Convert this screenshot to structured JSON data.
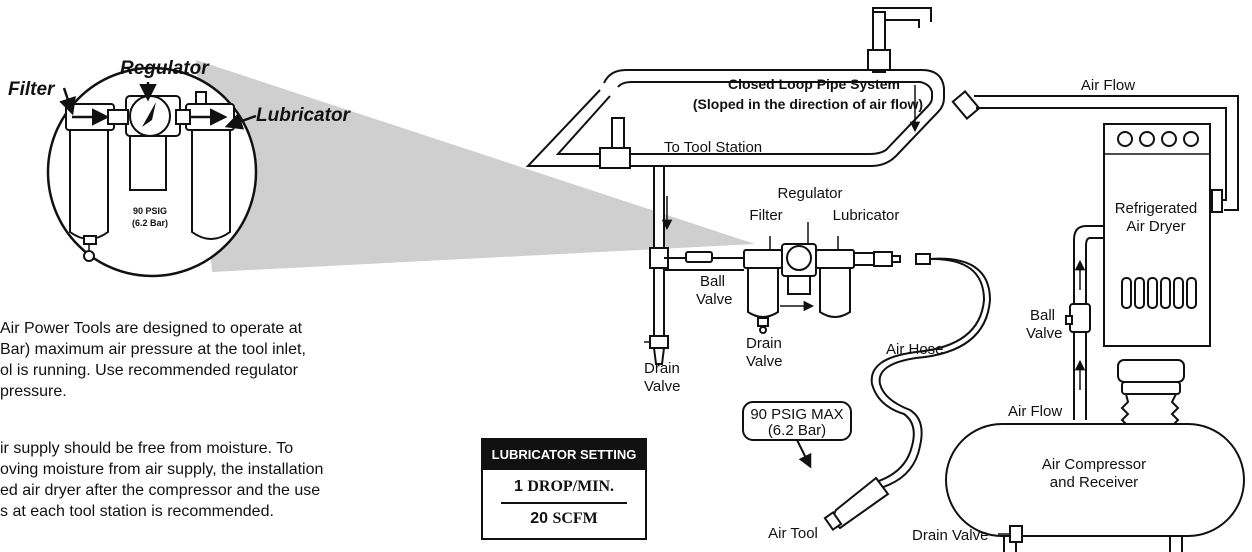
{
  "callout": {
    "filter": "Filter",
    "regulator": "Regulator",
    "lubricator": "Lubricator",
    "gauge_psig": "90 PSIG",
    "gauge_bar": "(6.2 Bar)"
  },
  "labels": {
    "closed_loop_title": "Closed Loop Pipe System",
    "closed_loop_sub": "(Sloped in the direction of air flow)",
    "air_flow_top": "Air Flow",
    "to_tool_station": "To Tool Station",
    "regulator": "Regulator",
    "filter": "Filter",
    "lubricator": "Lubricator",
    "ball_valve_left_1": "Ball",
    "ball_valve_left_2": "Valve",
    "drain_valve_mid_1": "Drain",
    "drain_valve_mid_2": "Valve",
    "drain_valve_left_1": "Drain",
    "drain_valve_left_2": "Valve",
    "air_hose": "Air Hose",
    "psig_max_1": "90 PSIG MAX",
    "psig_max_2": "(6.2 Bar)",
    "air_tool": "Air Tool",
    "dryer_1": "Refrigerated",
    "dryer_2": "Air Dryer",
    "ball_valve_right_1": "Ball",
    "ball_valve_right_2": "Valve",
    "air_flow_bottom": "Air Flow",
    "compressor_1": "Air Compressor",
    "compressor_2": "and Receiver",
    "drain_valve_bottom": "Drain Valve"
  },
  "lubricator_setting": {
    "header": "LUBRICATOR SETTING",
    "drops_num": "1",
    "drops_unit": "DROP/MIN.",
    "scfm_num": "20",
    "scfm_unit": "SCFM"
  },
  "paragraphs": {
    "p1_l1": "Air Power Tools are designed to operate at",
    "p1_l2": "Bar) maximum air pressure at the tool inlet,",
    "p1_l3": "ol is running. Use recommended regulator",
    "p1_l4": "pressure.",
    "p2_l1": "ir supply should be free from moisture. To",
    "p2_l2": "oving moisture from air supply, the installation",
    "p2_l3": "ed air dryer after the compressor and the use",
    "p2_l4": "s at each tool station is recommended."
  }
}
